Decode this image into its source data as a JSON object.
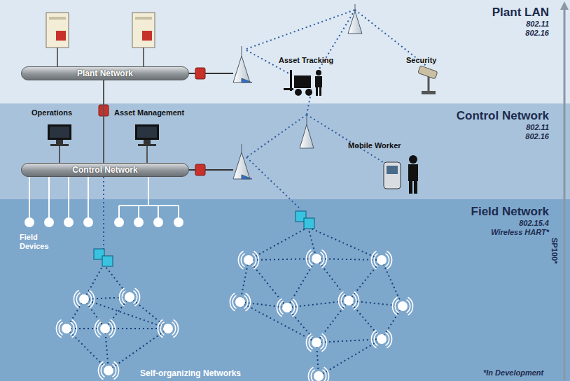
{
  "diagram": {
    "nodes": [
      {
        "text": [
          "Plant LAN",
          "802.11",
          "802.16"
        ]
      },
      {
        "text": [
          "Plant Network"
        ],
        "in": 0
      },
      {
        "text": [
          "Control Network",
          "802.11",
          "802.16"
        ]
      },
      {
        "text": [
          "Control Network"
        ],
        "in": 2
      },
      {
        "text": [
          "Field Network",
          "802.15.4",
          "Wireless HART*"
        ]
      }
    ],
    "edges": [
      {
        "from": 1,
        "to": 3,
        "arrow": "none"
      }
    ],
    "labels": [
      "Operations",
      "Asset Management",
      "Asset Tracking",
      "Security",
      "Mobile Worker",
      "Field Devices",
      "Self-organizing Networks",
      "*In Development",
      "SP100*"
    ]
  }
}
